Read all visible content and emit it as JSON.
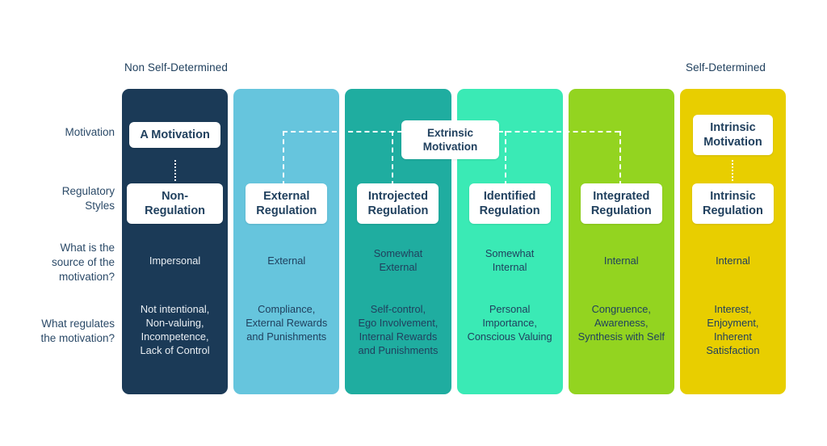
{
  "scale": {
    "left_label": "Non Self-Determined",
    "right_label": "Self-Determined"
  },
  "row_labels": [
    "Motivation",
    "Regulatory\nStyles",
    "What is the\nsource of the\nmotivation?",
    "What regulates\nthe motivation?"
  ],
  "extrinsic_label": "Extrinsic Motivation",
  "columns": [
    {
      "id": "amotivation",
      "color": "#1b3a57",
      "text_tone": "light",
      "motivation": "A Motivation",
      "regulatory": "Non-Regulation",
      "source": "Impersonal",
      "regulates": "Not intentional,\nNon-valuing,\nIncompetence,\nLack of Control",
      "has_dot_connector": true
    },
    {
      "id": "external-regulation",
      "color": "#66c5dd",
      "text_tone": "dark",
      "motivation": "",
      "regulatory": "External\nRegulation",
      "source": "External",
      "regulates": "Compliance,\nExternal Rewards\nand Punishments",
      "has_dot_connector": false
    },
    {
      "id": "introjected-regulation",
      "color": "#1fada0",
      "text_tone": "dark",
      "motivation": "",
      "regulatory": "Introjected\nRegulation",
      "source": "Somewhat\nExternal",
      "regulates": "Self-control,\nEgo Involvement,\nInternal Rewards\nand Punishments",
      "has_dot_connector": false
    },
    {
      "id": "identified-regulation",
      "color": "#3aeab5",
      "text_tone": "dark",
      "motivation": "",
      "regulatory": "Identified\nRegulation",
      "source": "Somewhat\nInternal",
      "regulates": "Personal\nImportance,\nConscious Valuing",
      "has_dot_connector": false
    },
    {
      "id": "integrated-regulation",
      "color": "#93d420",
      "text_tone": "dark",
      "motivation": "",
      "regulatory": "Integrated\nRegulation",
      "source": "Internal",
      "regulates": "Congruence,\nAwareness,\nSynthesis with Self",
      "has_dot_connector": false
    },
    {
      "id": "intrinsic-regulation",
      "color": "#e8ce00",
      "text_tone": "dark",
      "motivation": "Intrinsic\nMotivation",
      "regulatory": "Intrinsic\nRegulation",
      "source": "Internal",
      "regulates": "Interest,\nEnjoyment,\nInherent\nSatisfaction",
      "has_dot_connector": true
    }
  ]
}
